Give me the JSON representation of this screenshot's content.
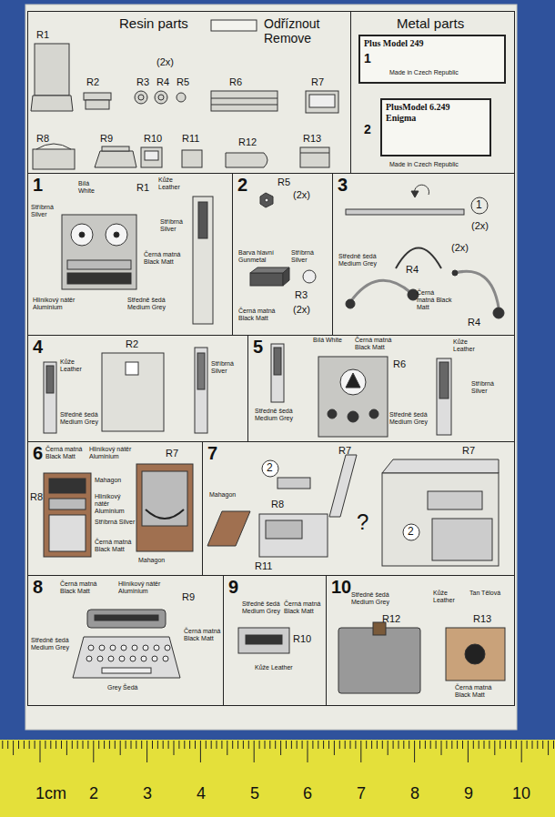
{
  "diagram": {
    "nodes": [
      {
        "text": [
          "Resin parts"
        ]
      },
      {
        "text": [
          "Metal parts"
        ]
      },
      {
        "text": [
          "Plus Model 249"
        ],
        "in": 1
      },
      {
        "text": [
          "PlusModel 6.249 Enigma"
        ],
        "in": 1
      },
      {
        "text": [
          "1"
        ]
      },
      {
        "text": [
          "2"
        ]
      },
      {
        "text": [
          "3"
        ]
      },
      {
        "text": [
          "4"
        ]
      },
      {
        "text": [
          "5"
        ]
      },
      {
        "text": [
          "6"
        ]
      },
      {
        "text": [
          "7"
        ]
      },
      {
        "text": [
          "8"
        ]
      },
      {
        "text": [
          "9"
        ]
      },
      {
        "text": [
          "10"
        ]
      }
    ],
    "labels": [
      "Odříznout Remove",
      "R1",
      "R2",
      "(2x)",
      "R3",
      "R4",
      "R5",
      "R6",
      "R7",
      "R8",
      "R9",
      "R10",
      "R11",
      "R12",
      "R13",
      "1",
      "Made in Czech Republic",
      "2",
      "Made in Czech Republic",
      "Bílá White",
      "R1",
      "Kůže Leather",
      "Stříbrná Silver",
      "Stříbrná Silver",
      "Černá matná Black Matt",
      "Hliníkový nátěr Aluminium",
      "Středně šedá Medium Grey",
      "R5",
      "(2x)",
      "Barva hlavní Gunmetal",
      "Stříbrná Silver",
      "R3",
      "(2x)",
      "Černá matná Black Matt",
      "1",
      "(2x)",
      "(2x)",
      "Středně šedá Medium Grey",
      "R4",
      "Černá matná Black Matt",
      "R4",
      "R2",
      "Kůže Leather",
      "Stříbrná Silver",
      "Středně šedá Medium Grey",
      "Bílá White",
      "Černá matná Black Matt",
      "R6",
      "Kůže Leather",
      "Stříbrná Silver",
      "Středně šedá Medium Grey",
      "Středně šedá Medium Grey",
      "Černá matná Black Matt",
      "Hliníkový nátěr Aluminium",
      "R7",
      "R8",
      "Mahagon",
      "Hliníkový nátěr Aluminium",
      "Stříbrná Silver",
      "Černá matná Black Matt",
      "Mahagon",
      "R7",
      "2",
      "Mahagon",
      "R8",
      "R11",
      "?",
      "R7",
      "2",
      "Černá matná Black Matt",
      "Hliníkový nátěr Aluminium",
      "R9",
      "Středně šedá Medium Grey",
      "Černá matná Black Matt",
      "Grey Šedá",
      "Středně šedá Medium Grey",
      "Černá matná Black Matt",
      "R10",
      "Kůže Leather",
      "Středně šedá Medium Grey",
      "R12",
      "Kůže Leather",
      "Tan Tělová",
      "R13",
      "Černá matná Black Matt",
      "1cm",
      "2",
      "3",
      "4",
      "5",
      "6",
      "7",
      "8",
      "9",
      "10"
    ]
  }
}
